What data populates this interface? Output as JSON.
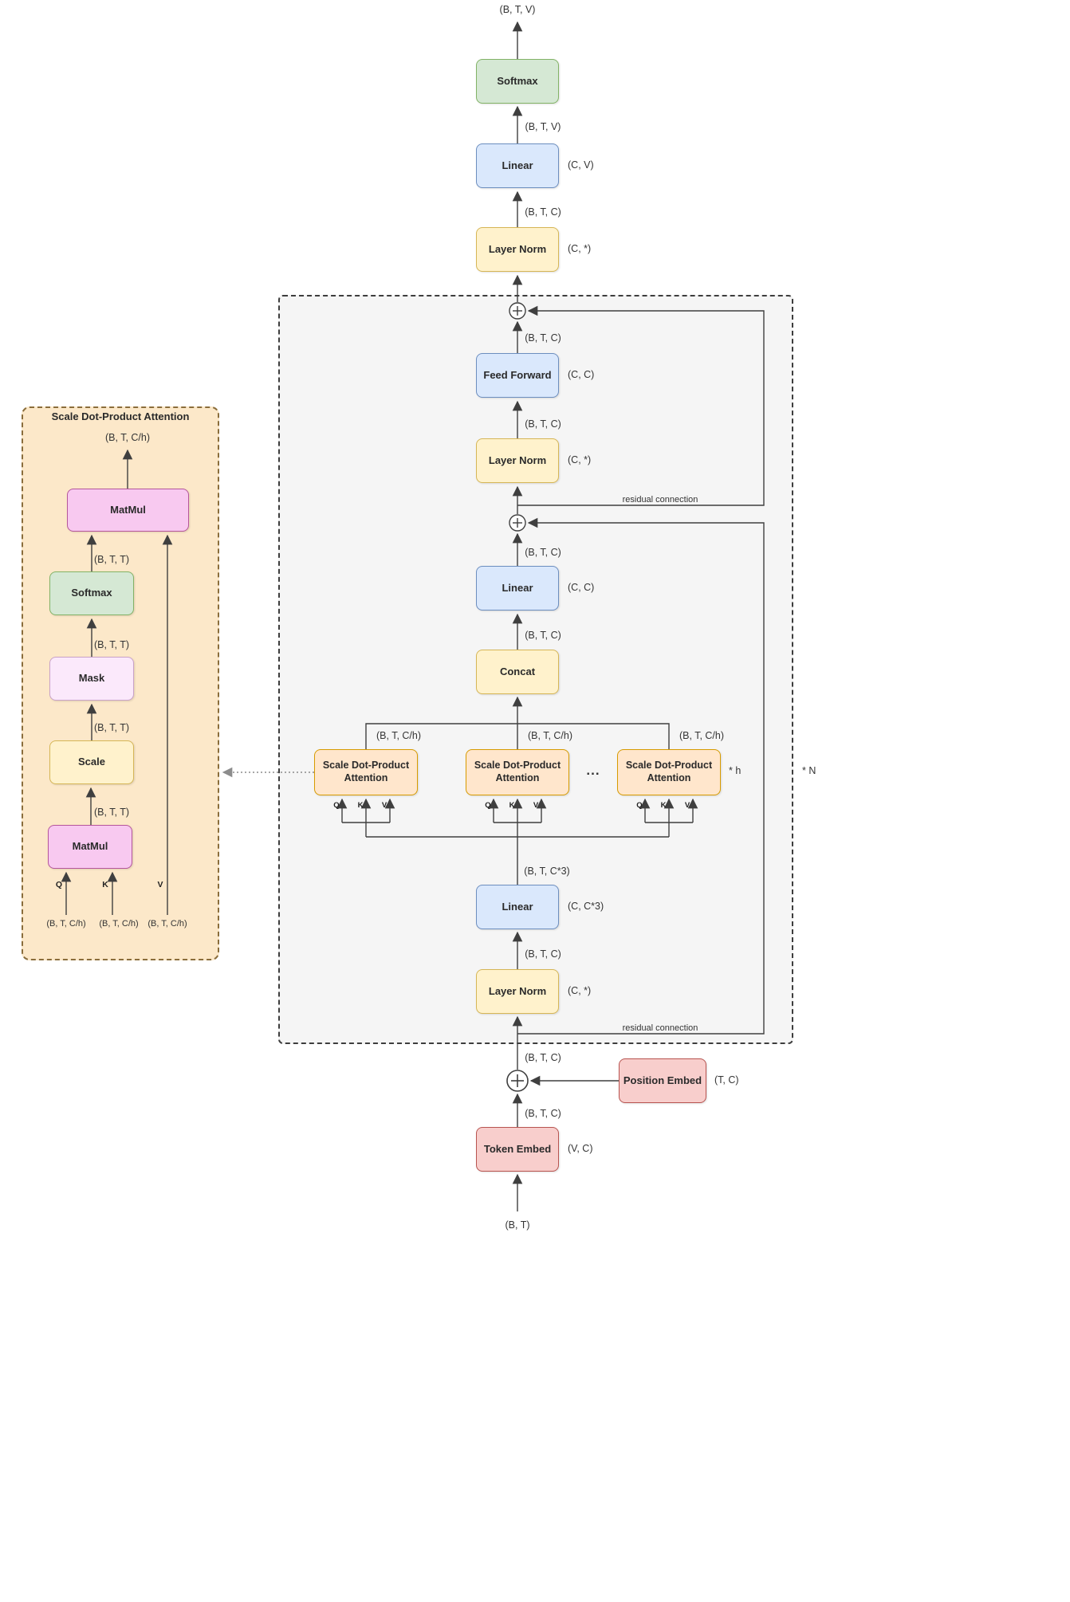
{
  "colors": {
    "green_fill": "#d5e8d4",
    "green_border": "#82b366",
    "blue_fill": "#dae8fc",
    "blue_border": "#6c8ebf",
    "yellow_fill": "#fff2cc",
    "yellow_border": "#d6b656",
    "red_fill": "#f8cecc",
    "red_border": "#b85450",
    "orange_fill": "#ffe6cc",
    "orange_border": "#d79b00",
    "magenta_fill": "#f8c9f0",
    "magenta_border": "#b5569c",
    "block_panel_fill": "#f5f5f5",
    "detail_panel_fill": "#fce8c9"
  },
  "output": {
    "shape_top": "(B, T, V)",
    "softmax": "Softmax",
    "shape_btv": "(B, T, V)",
    "linear": "Linear",
    "linear_side": "(C, V)",
    "shape_btc": "(B, T, C)",
    "layer_norm": "Layer Norm",
    "layer_norm_side": "(C, *)"
  },
  "block": {
    "repeat": "* N",
    "shape_out": "(B, T, C)",
    "feed_forward": "Feed Forward",
    "feed_forward_side": "(C, C)",
    "shape_ff_in": "(B, T, C)",
    "layer_norm2": "Layer Norm",
    "layer_norm2_side": "(C, *)",
    "residual_top": "residual connection",
    "shape_attn_out": "(B, T, C)",
    "linear_proj": "Linear",
    "linear_proj_side": "(C, C)",
    "shape_concat_out": "(B, T, C)",
    "concat": "Concat",
    "heads": {
      "repeat": "* h",
      "dots": "...",
      "items": [
        {
          "label": "Scale Dot-Product Attention",
          "shape": "(B, T, C/h)",
          "q": "Q",
          "k": "K",
          "v": "V"
        },
        {
          "label": "Scale Dot-Product Attention",
          "shape": "(B, T, C/h)",
          "q": "Q",
          "k": "K",
          "v": "V"
        },
        {
          "label": "Scale Dot-Product Attention",
          "shape": "(B, T, C/h)",
          "q": "Q",
          "k": "K",
          "v": "V"
        }
      ]
    },
    "shape_qkv": "(B, T, C*3)",
    "linear_qkv": "Linear",
    "linear_qkv_side": "(C, C*3)",
    "shape_ln_out": "(B, T, C)",
    "layer_norm1": "Layer Norm",
    "layer_norm1_side": "(C, *)",
    "residual_bottom": "residual connection"
  },
  "embedding": {
    "shape_block_in": "(B, T, C)",
    "position_embed": "Position Embed",
    "position_embed_side": "(T, C)",
    "shape_add_in": "(B, T, C)",
    "token_embed": "Token Embed",
    "token_embed_side": "(V, C)",
    "shape_input": "(B, T)"
  },
  "attention_detail": {
    "title": "Scale Dot-Product Attention",
    "shape_out": "(B, T, C/h)",
    "matmul_top": "MatMul",
    "shape_1": "(B, T, T)",
    "softmax": "Softmax",
    "shape_2": "(B, T, T)",
    "mask": "Mask",
    "shape_3": "(B, T, T)",
    "scale": "Scale",
    "shape_4": "(B, T, T)",
    "matmul_bottom": "MatMul",
    "q": "Q",
    "k": "K",
    "v": "V",
    "q_shape": "(B, T, C/h)",
    "k_shape": "(B, T, C/h)",
    "v_shape": "(B, T, C/h)"
  }
}
